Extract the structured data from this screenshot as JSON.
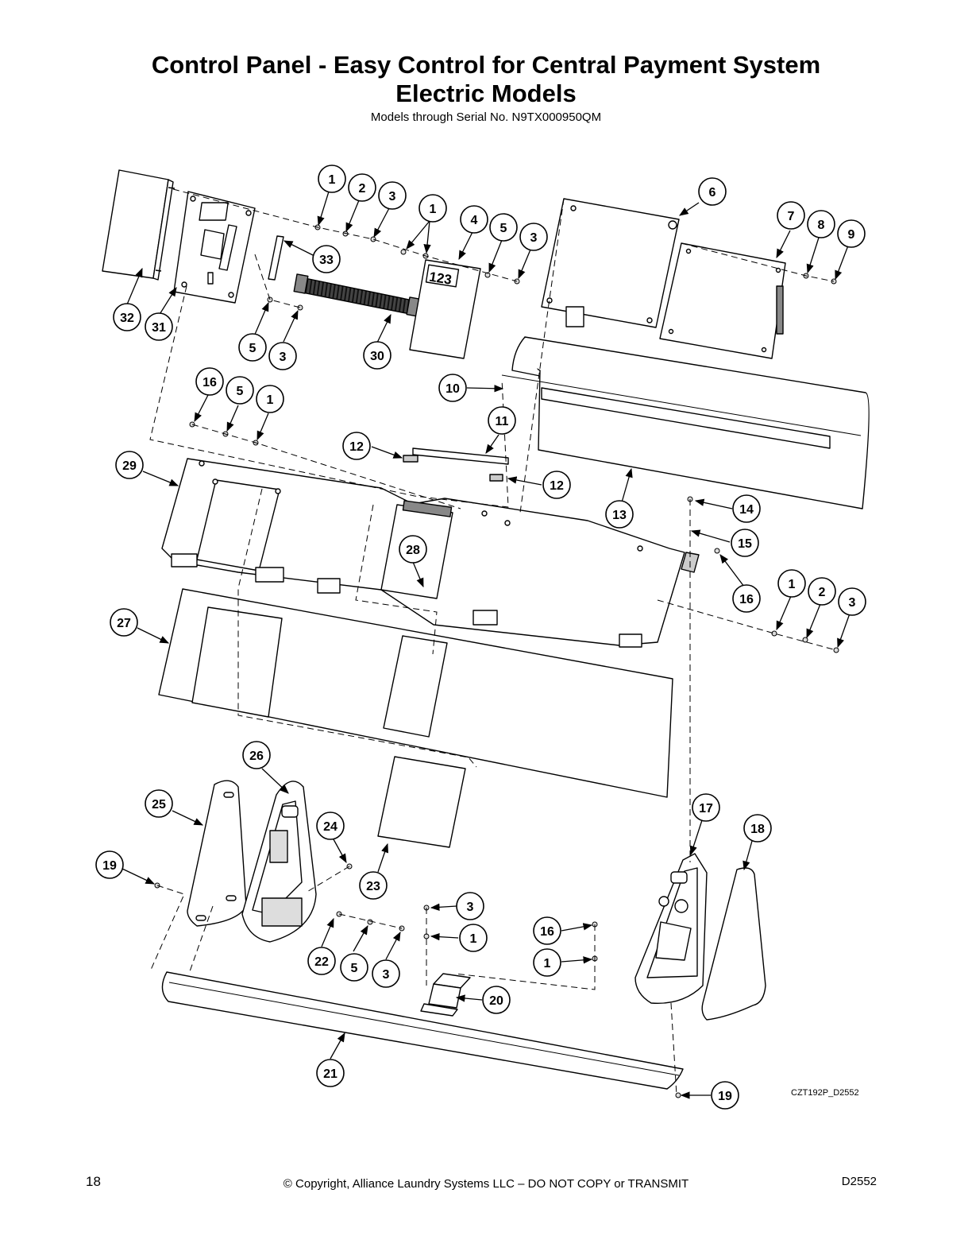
{
  "header": {
    "title_line1": "Control Panel - Easy Control for Central Payment System",
    "title_line2": "Electric Models",
    "subtitle": "Models through Serial No. N9TX000950QM"
  },
  "diagram": {
    "drawing_id": "CZT192P_D2552",
    "keypad_digits": "123",
    "callouts": [
      {
        "num": "1"
      },
      {
        "num": "2"
      },
      {
        "num": "3"
      },
      {
        "num": "1"
      },
      {
        "num": "4"
      },
      {
        "num": "5"
      },
      {
        "num": "3"
      },
      {
        "num": "6"
      },
      {
        "num": "7"
      },
      {
        "num": "8"
      },
      {
        "num": "9"
      },
      {
        "num": "33"
      },
      {
        "num": "32"
      },
      {
        "num": "31"
      },
      {
        "num": "5"
      },
      {
        "num": "3"
      },
      {
        "num": "30"
      },
      {
        "num": "10"
      },
      {
        "num": "16"
      },
      {
        "num": "5"
      },
      {
        "num": "1"
      },
      {
        "num": "11"
      },
      {
        "num": "12"
      },
      {
        "num": "12"
      },
      {
        "num": "29"
      },
      {
        "num": "13"
      },
      {
        "num": "14"
      },
      {
        "num": "15"
      },
      {
        "num": "28"
      },
      {
        "num": "16"
      },
      {
        "num": "1"
      },
      {
        "num": "2"
      },
      {
        "num": "3"
      },
      {
        "num": "27"
      },
      {
        "num": "26"
      },
      {
        "num": "25"
      },
      {
        "num": "24"
      },
      {
        "num": "17"
      },
      {
        "num": "18"
      },
      {
        "num": "19"
      },
      {
        "num": "23"
      },
      {
        "num": "3"
      },
      {
        "num": "1"
      },
      {
        "num": "16"
      },
      {
        "num": "1"
      },
      {
        "num": "22"
      },
      {
        "num": "5"
      },
      {
        "num": "3"
      },
      {
        "num": "20"
      },
      {
        "num": "21"
      },
      {
        "num": "19"
      }
    ]
  },
  "footer": {
    "page_number": "18",
    "copyright": "© Copyright, Alliance Laundry Systems LLC – DO NOT COPY or TRANSMIT",
    "doc_id": "D2552"
  }
}
